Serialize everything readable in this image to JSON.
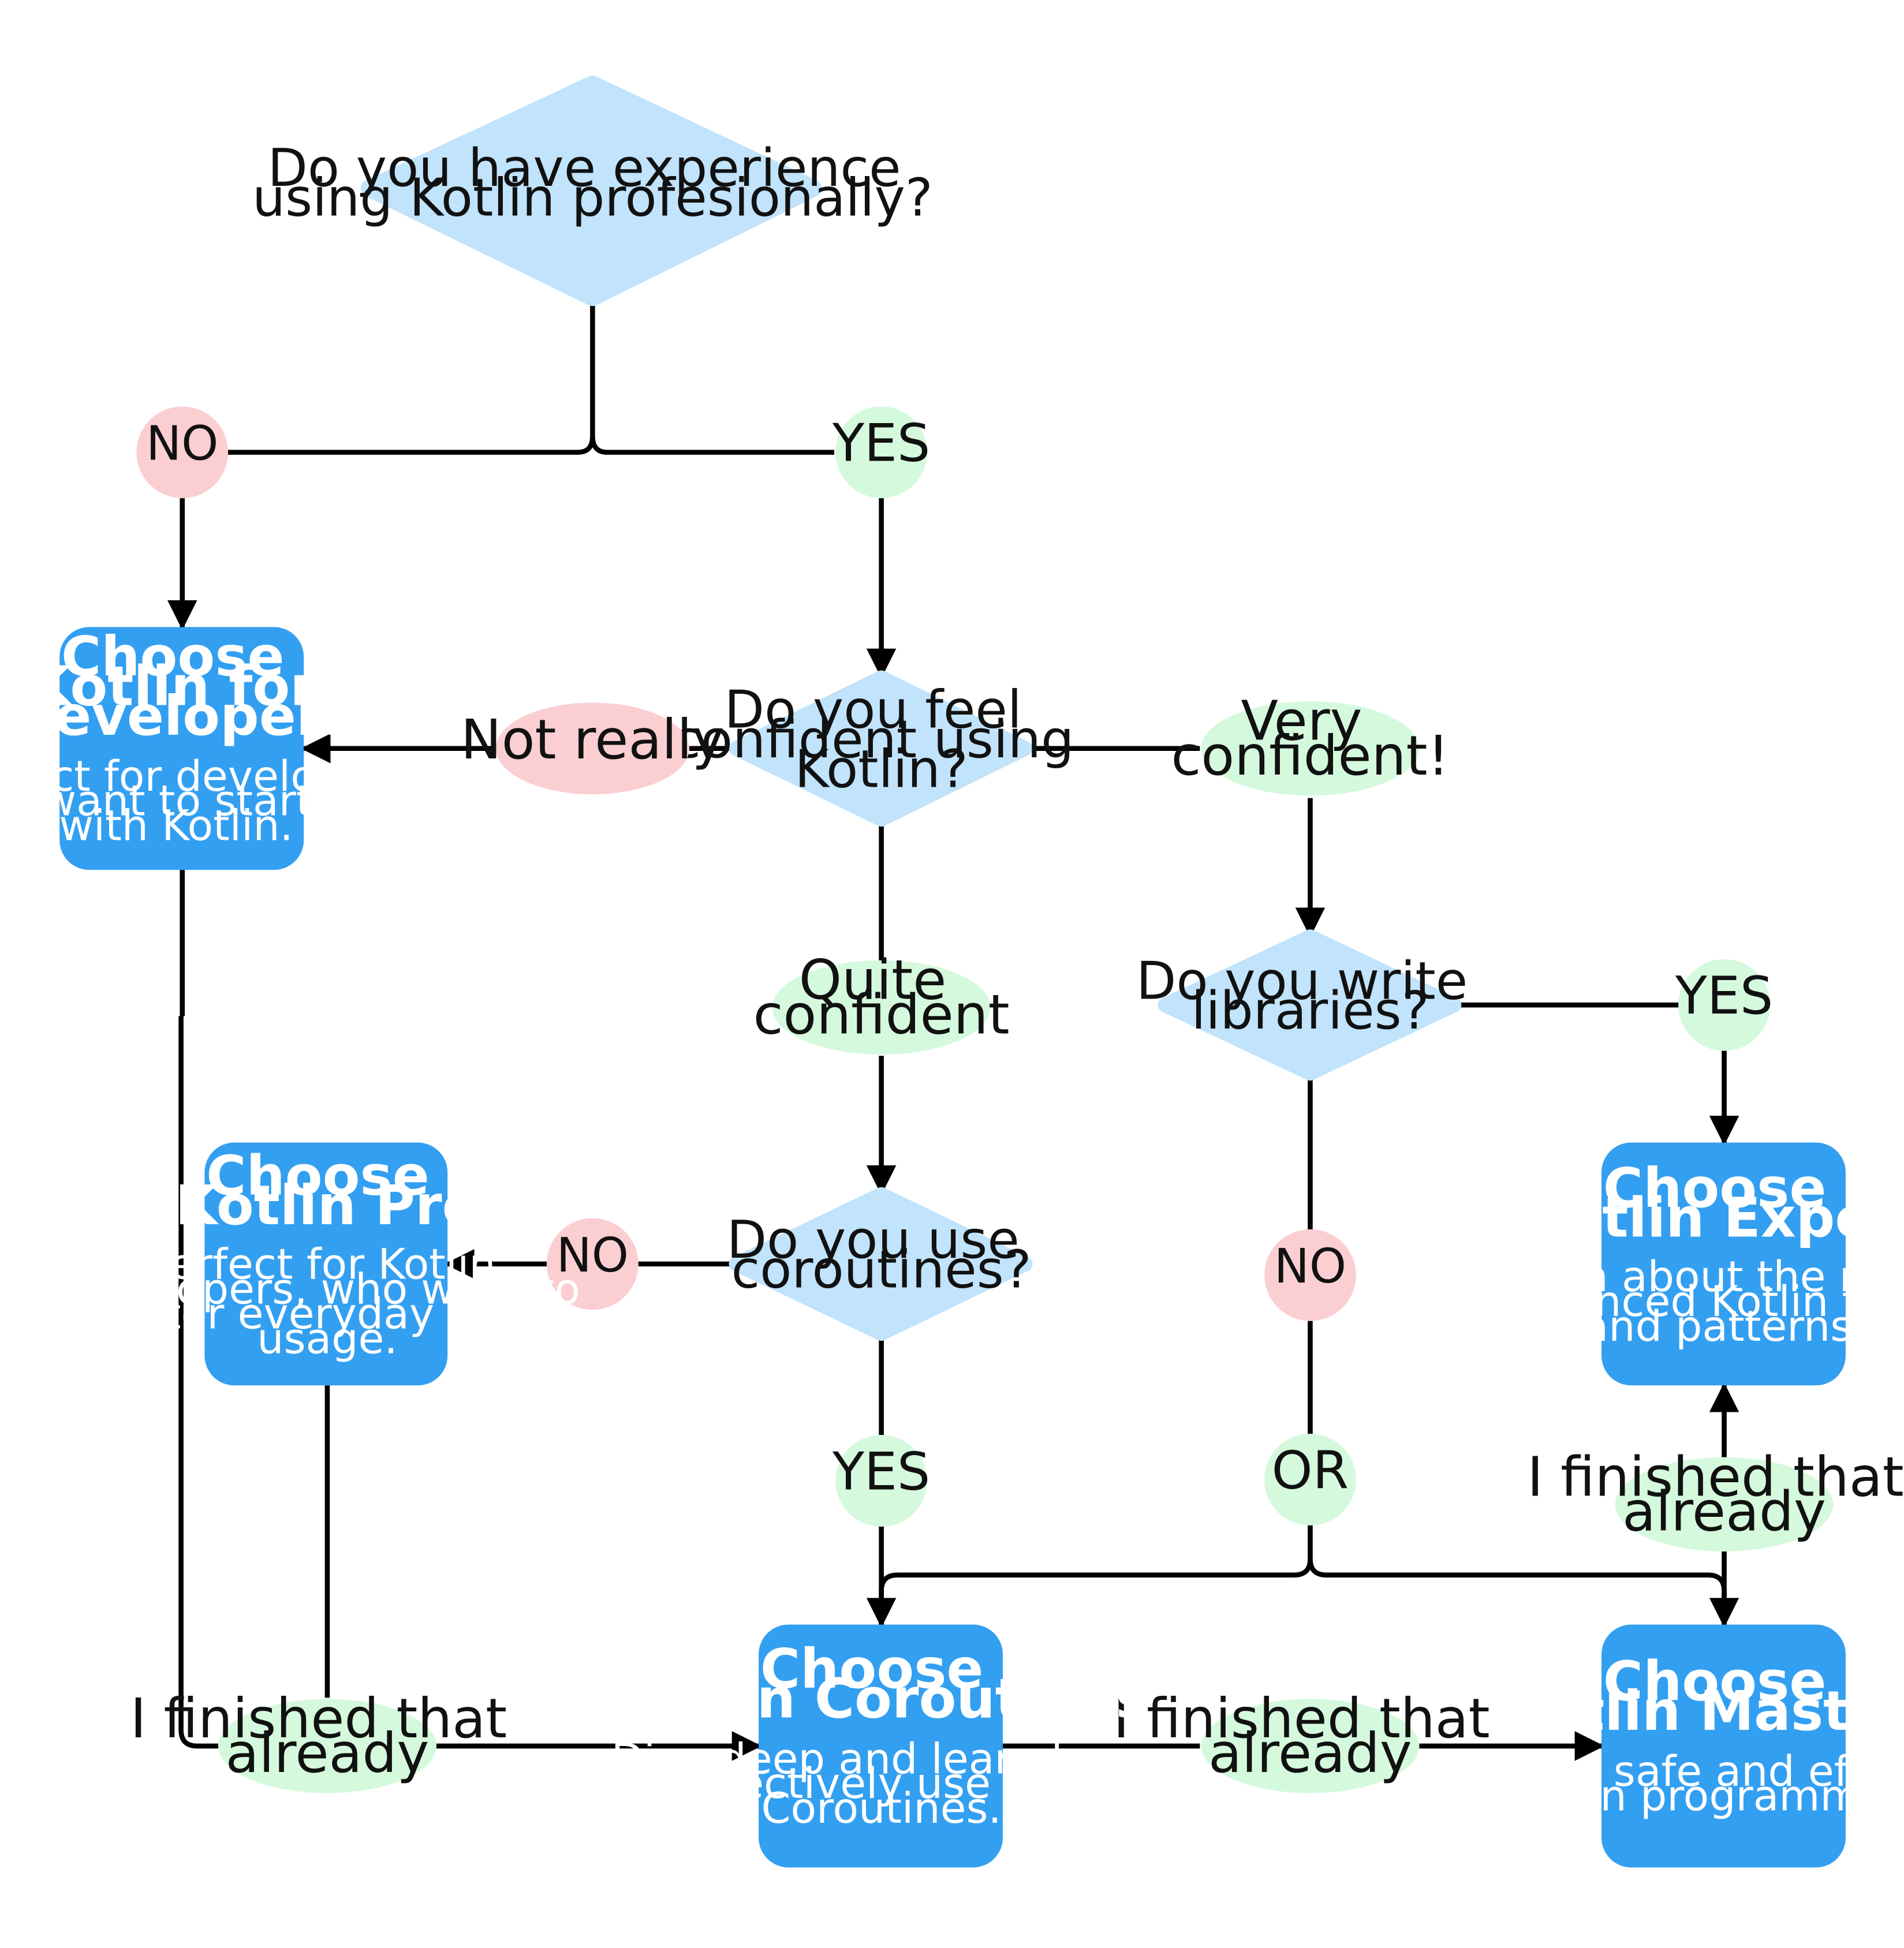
{
  "colors": {
    "decision": "#c1e3fb",
    "positive": "#d5f9dc",
    "negative": "#fbcfd2",
    "course": "#339ff1",
    "line": "#000000"
  },
  "decisions": {
    "experience": [
      "Do you have experience",
      "using Kotlin profesionally?"
    ],
    "confident": [
      "Do you feel",
      "confident using",
      "Kotlin?"
    ],
    "libraries": [
      "Do you write",
      "libraries?"
    ],
    "coroutines": [
      "Do you use",
      "coroutines?"
    ]
  },
  "labels": {
    "no_top": "NO",
    "yes_top": "YES",
    "not_really": "Not really",
    "very_confident": [
      "Very",
      "confident!"
    ],
    "quite_confident": [
      "Quite",
      "confident"
    ],
    "yes_libraries": "YES",
    "no_coroutines": "NO",
    "no_libraries": "NO",
    "yes_coroutines": "YES",
    "or": "OR",
    "finished_expert": [
      "I finished that",
      "already"
    ],
    "finished_left": [
      "I finished that",
      "already"
    ],
    "finished_mid": [
      "I finished that",
      "already"
    ]
  },
  "courses": {
    "developers": {
      "title": [
        "Choose",
        "Kotlin for",
        "Developers"
      ],
      "desc": [
        "Perfect for developers",
        "who want to start well",
        "with Kotlin."
      ]
    },
    "pro": {
      "title": [
        "Choose",
        "Kotlin Pro"
      ],
      "desc": [
        "Perfect for Kotlin",
        "developers, who want to",
        "master everyday Kotlin",
        "usage."
      ]
    },
    "expert": {
      "title": [
        "Choose",
        "Kotlin Expert"
      ],
      "desc": [
        "Learn about the most",
        "advanced Kotlin tools",
        "and patterns."
      ]
    },
    "coroutines": {
      "title": [
        "Choose",
        "Kotlin Coroutines"
      ],
      "desc": [
        "Dive deep and learn how",
        "to effectively use Kotlin",
        "Coroutines."
      ]
    },
    "mastery": {
      "title": [
        "Choose",
        "Kotlin Mastery"
      ],
      "desc": [
        "Master safe and efficient",
        "Kotlin programming."
      ]
    }
  }
}
